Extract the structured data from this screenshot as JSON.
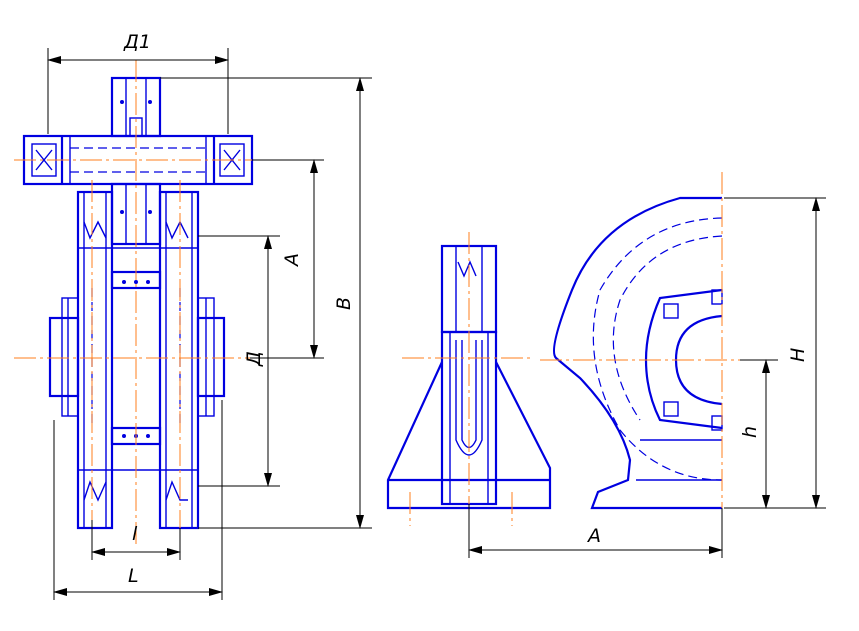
{
  "colors": {
    "outline": "#0000e0",
    "centerline": "#ff7f1e",
    "dimension": "#000000"
  },
  "labels": {
    "d1": "Д1",
    "a_side": "A",
    "b": "B",
    "d": "Д",
    "l_small": "l",
    "l_large": "L",
    "h_large": "H",
    "h_small": "h",
    "a_bottom": "A"
  }
}
